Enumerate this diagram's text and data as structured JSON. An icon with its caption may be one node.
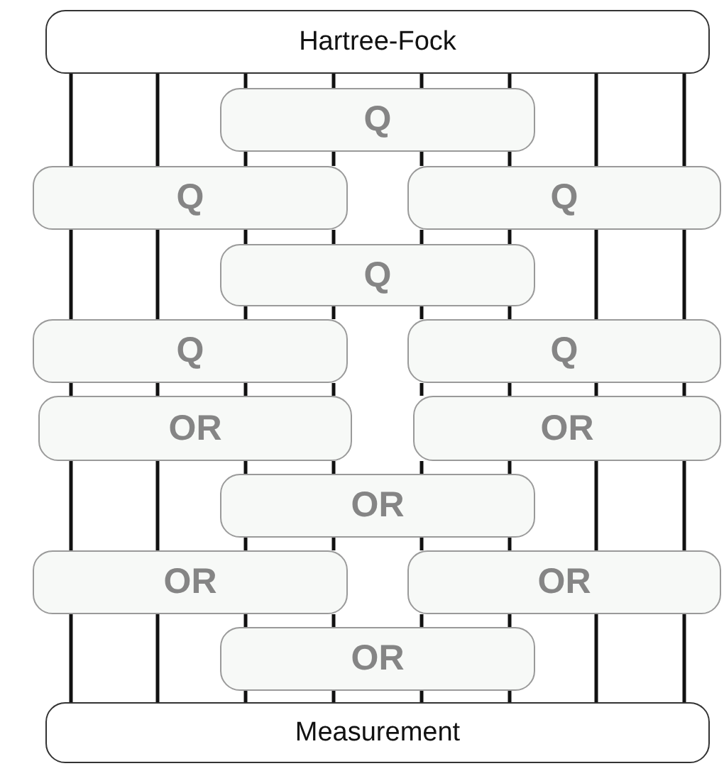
{
  "diagram": {
    "nodes": [
      {
        "text": [
          "Hartree-Fock"
        ]
      },
      {
        "text": [
          "Q"
        ]
      },
      {
        "text": [
          "Q"
        ]
      },
      {
        "text": [
          "Q"
        ]
      },
      {
        "text": [
          "Q"
        ]
      },
      {
        "text": [
          "Q"
        ]
      },
      {
        "text": [
          "Q"
        ]
      },
      {
        "text": [
          "OR"
        ]
      },
      {
        "text": [
          "OR"
        ]
      },
      {
        "text": [
          "OR"
        ]
      },
      {
        "text": [
          "OR"
        ]
      },
      {
        "text": [
          "OR"
        ]
      },
      {
        "text": [
          "OR"
        ]
      },
      {
        "text": [
          "Measurement"
        ]
      }
    ],
    "edges": [
      {
        "from": 0,
        "to": 2,
        "arrow": "none"
      },
      {
        "from": 2,
        "to": 5,
        "arrow": "none"
      },
      {
        "from": 5,
        "to": 7,
        "arrow": "none"
      },
      {
        "from": 7,
        "to": 10,
        "arrow": "none"
      },
      {
        "from": 10,
        "to": 13,
        "arrow": "none"
      },
      {
        "from": 0,
        "to": 2,
        "arrow": "none"
      },
      {
        "from": 2,
        "to": 5,
        "arrow": "none"
      },
      {
        "from": 5,
        "to": 7,
        "arrow": "none"
      },
      {
        "from": 7,
        "to": 10,
        "arrow": "none"
      },
      {
        "from": 10,
        "to": 13,
        "arrow": "none"
      },
      {
        "from": 0,
        "to": 1,
        "arrow": "none"
      },
      {
        "from": 1,
        "to": 2,
        "arrow": "none"
      },
      {
        "from": 2,
        "to": 4,
        "arrow": "none"
      },
      {
        "from": 4,
        "to": 5,
        "arrow": "none"
      },
      {
        "from": 5,
        "to": 7,
        "arrow": "none"
      },
      {
        "from": 7,
        "to": 9,
        "arrow": "none"
      },
      {
        "from": 9,
        "to": 10,
        "arrow": "none"
      },
      {
        "from": 10,
        "to": 12,
        "arrow": "none"
      },
      {
        "from": 12,
        "to": 13,
        "arrow": "none"
      },
      {
        "from": 0,
        "to": 1,
        "arrow": "none"
      },
      {
        "from": 1,
        "to": 2,
        "arrow": "none"
      },
      {
        "from": 2,
        "to": 4,
        "arrow": "none"
      },
      {
        "from": 4,
        "to": 5,
        "arrow": "none"
      },
      {
        "from": 5,
        "to": 7,
        "arrow": "none"
      },
      {
        "from": 7,
        "to": 9,
        "arrow": "none"
      },
      {
        "from": 9,
        "to": 10,
        "arrow": "none"
      },
      {
        "from": 10,
        "to": 12,
        "arrow": "none"
      },
      {
        "from": 12,
        "to": 13,
        "arrow": "none"
      },
      {
        "from": 0,
        "to": 1,
        "arrow": "none"
      },
      {
        "from": 1,
        "to": 3,
        "arrow": "none"
      },
      {
        "from": 3,
        "to": 4,
        "arrow": "none"
      },
      {
        "from": 4,
        "to": 6,
        "arrow": "none"
      },
      {
        "from": 6,
        "to": 8,
        "arrow": "none"
      },
      {
        "from": 8,
        "to": 9,
        "arrow": "none"
      },
      {
        "from": 9,
        "to": 11,
        "arrow": "none"
      },
      {
        "from": 11,
        "to": 12,
        "arrow": "none"
      },
      {
        "from": 12,
        "to": 13,
        "arrow": "none"
      },
      {
        "from": 0,
        "to": 1,
        "arrow": "none"
      },
      {
        "from": 1,
        "to": 3,
        "arrow": "none"
      },
      {
        "from": 3,
        "to": 4,
        "arrow": "none"
      },
      {
        "from": 4,
        "to": 6,
        "arrow": "none"
      },
      {
        "from": 6,
        "to": 8,
        "arrow": "none"
      },
      {
        "from": 8,
        "to": 9,
        "arrow": "none"
      },
      {
        "from": 9,
        "to": 11,
        "arrow": "none"
      },
      {
        "from": 11,
        "to": 12,
        "arrow": "none"
      },
      {
        "from": 12,
        "to": 13,
        "arrow": "none"
      },
      {
        "from": 0,
        "to": 3,
        "arrow": "none"
      },
      {
        "from": 3,
        "to": 6,
        "arrow": "none"
      },
      {
        "from": 6,
        "to": 8,
        "arrow": "none"
      },
      {
        "from": 8,
        "to": 11,
        "arrow": "none"
      },
      {
        "from": 11,
        "to": 13,
        "arrow": "none"
      },
      {
        "from": 0,
        "to": 3,
        "arrow": "none"
      },
      {
        "from": 3,
        "to": 6,
        "arrow": "none"
      },
      {
        "from": 6,
        "to": 8,
        "arrow": "none"
      },
      {
        "from": 8,
        "to": 11,
        "arrow": "none"
      },
      {
        "from": 11,
        "to": 13,
        "arrow": "none"
      }
    ]
  }
}
